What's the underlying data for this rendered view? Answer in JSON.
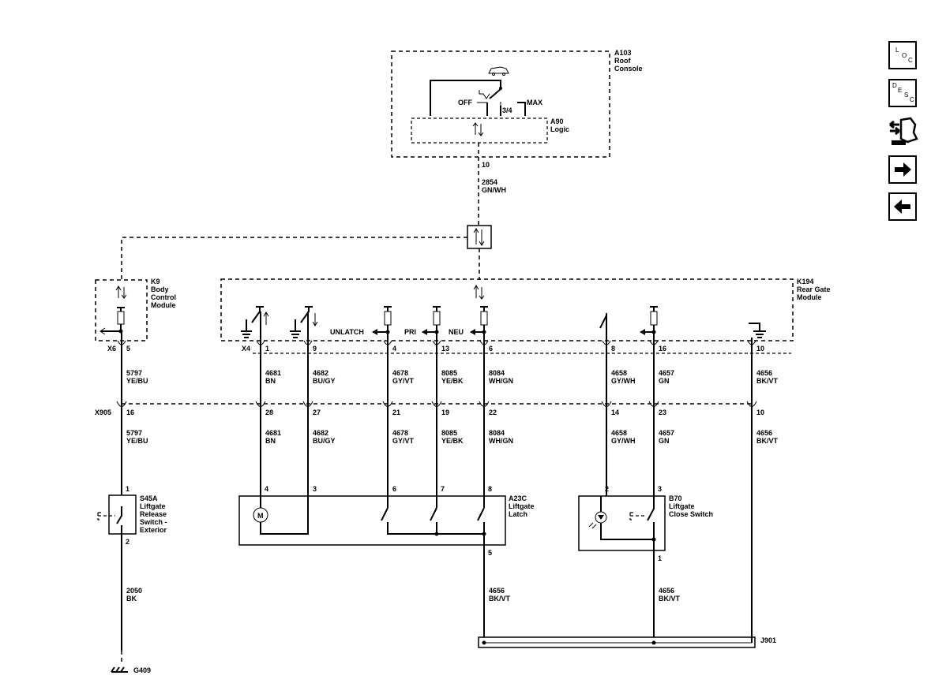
{
  "components": {
    "a103": {
      "id": "A103",
      "line1": "Roof",
      "line2": "Console"
    },
    "a90": {
      "id": "A90",
      "line1": "Logic"
    },
    "k9": {
      "id": "K9",
      "line1": "Body",
      "line2": "Control",
      "line3": "Module"
    },
    "k194": {
      "id": "K194",
      "line1": "Rear Gate",
      "line2": "Module"
    },
    "s45a": {
      "id": "S45A",
      "line1": "Liftgate",
      "line2": "Release",
      "line3": "Switch -",
      "line4": "Exterior"
    },
    "a23c": {
      "id": "A23C",
      "line1": "Liftgate",
      "line2": "Latch"
    },
    "b70": {
      "id": "B70",
      "line1": "Liftgate",
      "line2": "Close Switch"
    },
    "j901": "J901",
    "g409": "G409"
  },
  "switch_labels": {
    "off": "OFF",
    "three_quarter": "3/4",
    "max": "MAX"
  },
  "signal_labels": {
    "unlatch": "UNLATCH",
    "pri": "PRI",
    "neu": "NEU"
  },
  "connectors": {
    "x6": "X6",
    "x4": "X4",
    "x905": "X905"
  },
  "top_wire": {
    "pin": "10",
    "circuit": "2854",
    "color": "GN/WH"
  },
  "k9_pin": "5",
  "circuits": [
    {
      "key": "c5797",
      "circuit": "5797",
      "color": "YE/BU",
      "x4_pin": "",
      "x905_pin": "16"
    },
    {
      "key": "c4681",
      "circuit": "4681",
      "color": "BN",
      "x4_pin": "1",
      "x905_pin": "28"
    },
    {
      "key": "c4682",
      "circuit": "4682",
      "color": "BU/GY",
      "x4_pin": "9",
      "x905_pin": "27"
    },
    {
      "key": "c4678",
      "circuit": "4678",
      "color": "GY/VT",
      "x4_pin": "4",
      "x905_pin": "21"
    },
    {
      "key": "c8085",
      "circuit": "8085",
      "color": "YE/BK",
      "x4_pin": "13",
      "x905_pin": "19"
    },
    {
      "key": "c8084",
      "circuit": "8084",
      "color": "WH/GN",
      "x4_pin": "6",
      "x905_pin": "22"
    },
    {
      "key": "c4658",
      "circuit": "4658",
      "color": "GY/WH",
      "x4_pin": "8",
      "x905_pin": "14"
    },
    {
      "key": "c4657",
      "circuit": "4657",
      "color": "GN",
      "x4_pin": "16",
      "x905_pin": "23"
    },
    {
      "key": "c4656",
      "circuit": "4656",
      "color": "BK/VT",
      "x4_pin": "10",
      "x905_pin": "10"
    }
  ],
  "component_pins": {
    "s45a_top": "1",
    "s45a_bottom": "2",
    "a23c_4": "4",
    "a23c_3": "3",
    "a23c_6": "6",
    "a23c_7": "7",
    "a23c_8": "8",
    "a23c_5": "5",
    "b70_2": "2",
    "b70_3": "3",
    "b70_1": "1"
  },
  "ground_wire": {
    "circuit": "2050",
    "color": "BK"
  },
  "bottom_wires": {
    "left": {
      "circuit": "4656",
      "color": "BK/VT"
    },
    "right": {
      "circuit": "4656",
      "color": "BK/VT"
    }
  },
  "motor_label": "M",
  "nav": {
    "loc": {
      "l": "L",
      "o": "O",
      "c": "C",
      "icon": "loc-icon"
    },
    "desc": {
      "d": "D",
      "e": "E",
      "s": "S",
      "c": "C",
      "icon": "desc-icon"
    },
    "connector_icon": "connector-harness-icon",
    "next_icon": "arrow-right-icon",
    "prev_icon": "arrow-left-icon"
  }
}
